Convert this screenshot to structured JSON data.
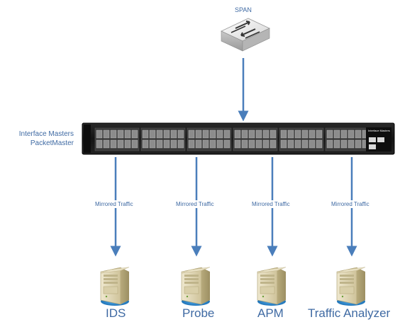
{
  "span": {
    "label": "SPAN",
    "icon": "network-switch-icon"
  },
  "packetmaster": {
    "label_line1": "Interface Masters",
    "label_line2": "PacketMaster",
    "brand_badge": "Interface Masters"
  },
  "links": {
    "mirrored_label": "Mirrored Traffic"
  },
  "devices": [
    {
      "id": "ids",
      "label": "IDS",
      "icon": "server-tower-icon"
    },
    {
      "id": "probe",
      "label": "Probe",
      "icon": "server-tower-icon"
    },
    {
      "id": "apm",
      "label": "APM",
      "icon": "server-tower-icon"
    },
    {
      "id": "traffic-analyzer",
      "label": "Traffic Analyzer",
      "icon": "server-tower-icon"
    }
  ],
  "colors": {
    "arrow": "#4a7ebb",
    "label": "#3f6aa3",
    "chassis": "#1a1a1a",
    "server_body": "#d8cfae",
    "server_base": "#2f8fd6"
  }
}
